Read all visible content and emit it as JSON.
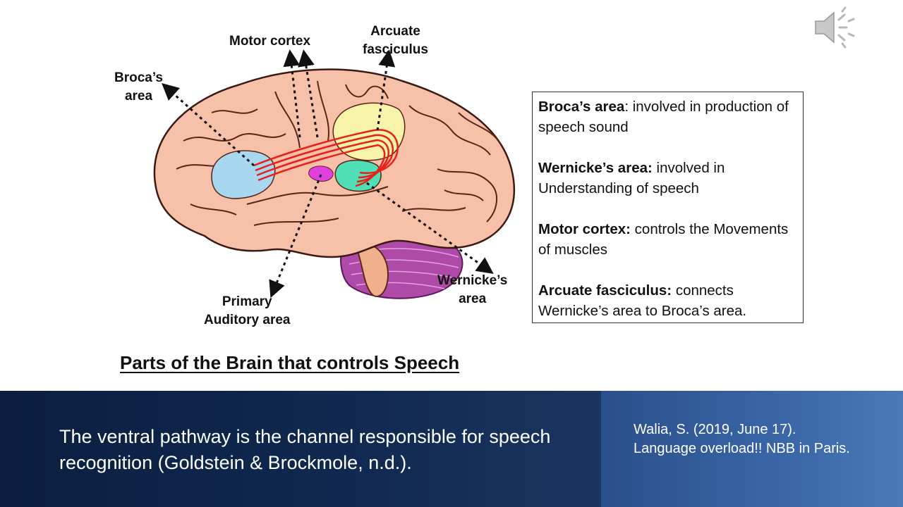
{
  "diagram": {
    "labels": {
      "motor_cortex": "Motor cortex",
      "arcuate_line1": "Arcuate",
      "arcuate_line2": "fasciculus",
      "brocas_line1": "Broca’s",
      "brocas_line2": "area",
      "wernickes_line1": "Wernicke’s",
      "wernickes_line2": "area",
      "primary_line1": "Primary",
      "primary_line2": "Auditory area"
    },
    "region_colors": {
      "brain": "#f6c1a8",
      "broca": "#a8d8f0",
      "wernicke": "#4fe0b8",
      "motor": "#f7f3a8",
      "auditory": "#e040e0",
      "cerebellum": "#b04aa8",
      "arcuate": "#e8201a"
    }
  },
  "infobox": {
    "broca_term": "Broca’s area",
    "broca_desc": ": involved in production of speech sound",
    "wernicke_term": "Wernicke’s area:",
    "wernicke_desc": " involved in Understanding of speech",
    "motor_term": "Motor cortex:",
    "motor_desc": " controls the Movements of muscles",
    "arcuate_term": "Arcuate fasciculus:",
    "arcuate_desc": " connects Wernicke’s area to Broca’s area."
  },
  "figure_title": "Parts of the Brain that controls Speech",
  "footer": {
    "caption": "The ventral pathway is the channel responsible for speech recognition (Goldstein & Brockmole, n.d.).",
    "citation": "Walia, S. (2019, June 17). Language overload!! NBB in Paris."
  },
  "audio_icon": "speaker-icon"
}
